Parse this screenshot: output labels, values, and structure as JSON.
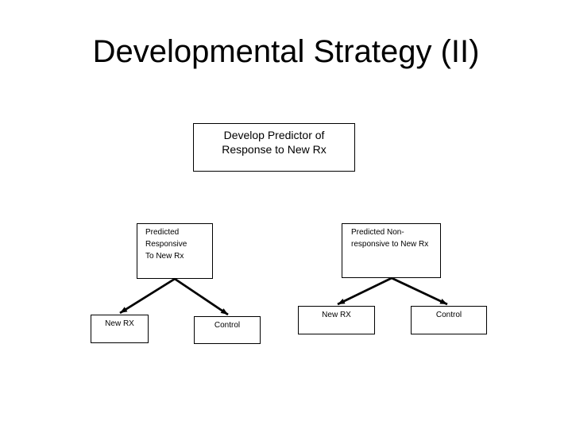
{
  "slide": {
    "title": "Developmental Strategy (II)",
    "colors": {
      "background": "#ffffff",
      "text": "#000000",
      "box_border": "#000000",
      "connector": "#000000"
    },
    "top_box": {
      "line1": "Develop Predictor of",
      "line2": "Response to New Rx"
    },
    "left_branch": {
      "predictor": {
        "line1": "Predicted",
        "line2": "Responsive",
        "line3": "To New Rx"
      },
      "arms": [
        {
          "label": "New RX"
        },
        {
          "label": "Control"
        }
      ]
    },
    "right_branch": {
      "predictor": {
        "line1": "Predicted Non-",
        "line2": "responsive to New Rx"
      },
      "arms": [
        {
          "label": "New RX"
        },
        {
          "label": "Control"
        }
      ]
    }
  }
}
